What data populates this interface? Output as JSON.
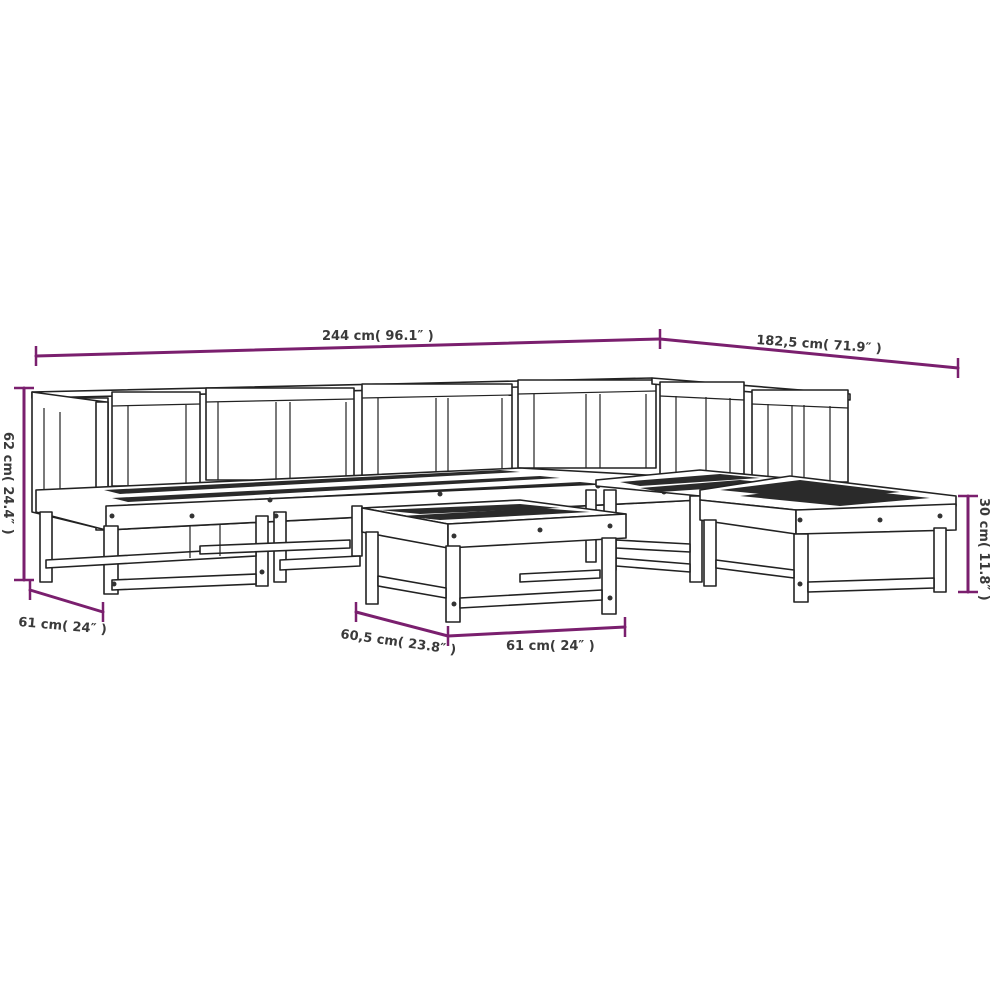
{
  "dimensions": {
    "total_width": "244 cm( 96.1″ )",
    "side_length": "182,5 cm( 71.9″ )",
    "height": "62 cm( 24.4″ )",
    "seat_depth": "61 cm( 24″ )",
    "ottoman_depth": "60,5 cm( 23.8″ )",
    "ottoman_width": "61 cm( 24″ )",
    "ottoman_height": "30 cm( 11.8″ )"
  },
  "colors": {
    "dimension_line": "#7a1f6e",
    "outline": "#222222",
    "background": "#ffffff"
  }
}
